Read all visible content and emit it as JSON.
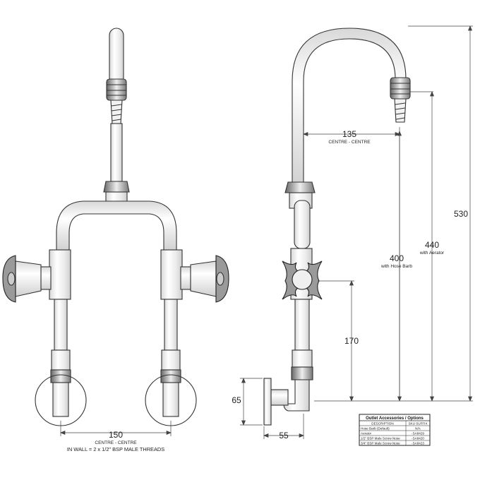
{
  "front_view": {
    "dim_width": "150",
    "dim_width_note": "CENTRE - CENTRE",
    "thread_note": "IN WALL = 2 x 1/2\" BSP MALE THREADS"
  },
  "side_view": {
    "dim_reach": "135",
    "dim_reach_note": "CENTRE - CENTRE",
    "dim_hose_barb": "400",
    "dim_hose_barb_note": "with Hose Barb",
    "dim_aerator": "440",
    "dim_aerator_note": "with Aerator",
    "dim_total": "530",
    "dim_handle": "170",
    "dim_flange": "65",
    "dim_projection": "55"
  },
  "table": {
    "title": "Outlet Accessories / Options",
    "headers": [
      "DESCRIPTION",
      "SKU SUFFIX"
    ],
    "rows": [
      [
        "Hose Barb (Default)",
        "N/A"
      ],
      [
        "Aerator",
        "-SA8429"
      ],
      [
        "1/2\" BSP  Male Screw Nose",
        "-SA8420"
      ],
      [
        "3/4\" BSP  Male Screw Nose",
        "-SA8423"
      ]
    ]
  }
}
